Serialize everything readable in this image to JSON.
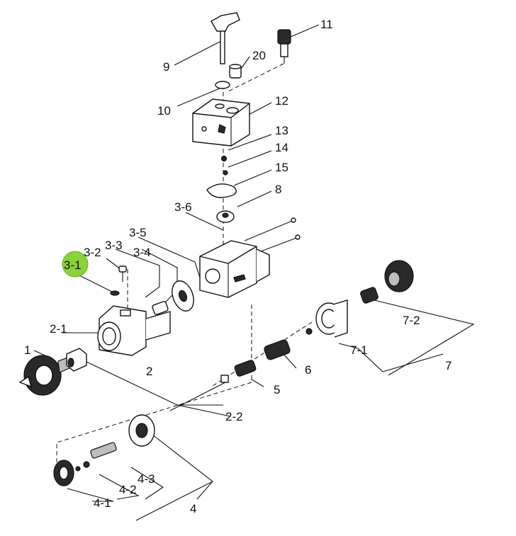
{
  "diagram": {
    "highlight_color": "#8ad13c",
    "highlighted_part": "3-1",
    "labels": {
      "p1": "1",
      "p2": "2",
      "p2_1": "2-1",
      "p2_2": "2-2",
      "p3_1": "3-1",
      "p3_2": "3-2",
      "p3_3": "3-3",
      "p3_4": "3-4",
      "p3_5": "3-5",
      "p3_6": "3-6",
      "p4": "4",
      "p4_1": "4-1",
      "p4_2": "4-2",
      "p4_3": "4-3",
      "p5": "5",
      "p6": "6",
      "p7": "7",
      "p7_1": "7-1",
      "p7_2": "7-2",
      "p8": "8",
      "p9": "9",
      "p10": "10",
      "p11": "11",
      "p12": "12",
      "p13": "13",
      "p14": "14",
      "p15": "15",
      "p20": "20"
    }
  }
}
